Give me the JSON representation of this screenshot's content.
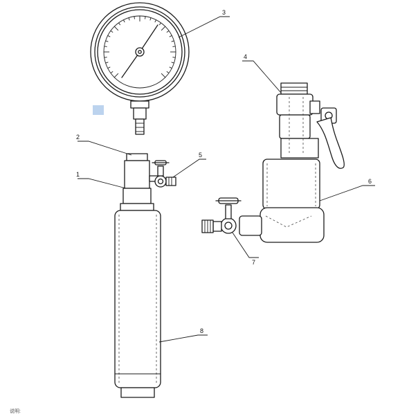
{
  "callouts": {
    "c1": "1",
    "c2": "2",
    "c3": "3",
    "c4": "4",
    "c5": "5",
    "c6": "6",
    "c7": "7",
    "c8": "8"
  },
  "caption": "说明:"
}
